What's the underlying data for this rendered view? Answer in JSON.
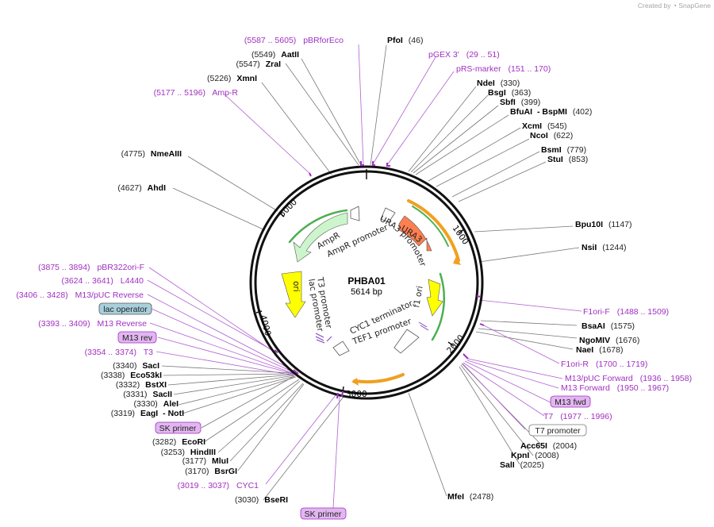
{
  "credit": {
    "created_by": "Created by",
    "brand": "SnapGene"
  },
  "plasmid": {
    "name": "PHBA01",
    "size": "5614 bp"
  },
  "ruler": [
    "1000",
    "2000",
    "3000",
    "4000",
    "5000"
  ],
  "sites": [
    {
      "name": "PfoI",
      "pos": "(46)"
    },
    {
      "name": "NdeI",
      "pos": "(330)"
    },
    {
      "name": "BsgI",
      "pos": "(363)"
    },
    {
      "name": "SbfI",
      "pos": "(399)"
    },
    {
      "name": "BfuAI",
      "name2": "- BspMI",
      "pos": "(402)"
    },
    {
      "name": "XcmI",
      "pos": "(545)"
    },
    {
      "name": "NcoI",
      "pos": "(622)"
    },
    {
      "name": "BsmI",
      "pos": "(779)"
    },
    {
      "name": "StuI",
      "pos": "(853)"
    },
    {
      "name": "Bpu10I",
      "pos": "(1147)"
    },
    {
      "name": "NsiI",
      "pos": "(1244)"
    },
    {
      "name": "BsaAI",
      "pos": "(1575)"
    },
    {
      "name": "NgoMIV",
      "pos": "(1676)"
    },
    {
      "name": "NaeI",
      "pos": "(1678)"
    },
    {
      "name": "Acc65I",
      "pos": "(2004)"
    },
    {
      "name": "KpnI",
      "pos": "(2008)"
    },
    {
      "name": "SalI",
      "pos": "(2025)"
    },
    {
      "name": "MfeI",
      "pos": "(2478)"
    },
    {
      "name": "BseRI",
      "pos": "(3030)"
    },
    {
      "name": "BsrGI",
      "pos": "(3170)"
    },
    {
      "name": "MluI",
      "pos": "(3177)"
    },
    {
      "name": "HindIII",
      "pos": "(3253)"
    },
    {
      "name": "EcoRI",
      "pos": "(3282)"
    },
    {
      "name": "EagI",
      "name2": "- NotI",
      "pos": "(3319)"
    },
    {
      "name": "AleI",
      "pos": "(3330)"
    },
    {
      "name": "SacII",
      "pos": "(3331)"
    },
    {
      "name": "BstXI",
      "pos": "(3332)"
    },
    {
      "name": "Eco53kI",
      "pos": "(3338)"
    },
    {
      "name": "SacI",
      "pos": "(3340)"
    },
    {
      "name": "AhdI",
      "pos": "(4627)"
    },
    {
      "name": "NmeAIII",
      "pos": "(4775)"
    },
    {
      "name": "XmnI",
      "pos": "(5226)"
    },
    {
      "name": "ZraI",
      "pos": "(5547)"
    },
    {
      "name": "AatII",
      "pos": "(5549)"
    }
  ],
  "primers": [
    {
      "name": "pBRforEco",
      "range": "(5587 .. 5605)"
    },
    {
      "name": "pGEX 3'",
      "range": "(29 .. 51)"
    },
    {
      "name": "pRS-marker",
      "range": "(151 .. 170)"
    },
    {
      "name": "Amp-R",
      "range": "(5177 .. 5196)"
    },
    {
      "name": "F1ori-F",
      "range": "(1488 .. 1509)"
    },
    {
      "name": "F1ori-R",
      "range": "(1700 .. 1719)"
    },
    {
      "name": "M13/pUC Forward",
      "range": "(1936 .. 1958)"
    },
    {
      "name": "M13 Forward",
      "range": "(1950 .. 1967)"
    },
    {
      "name": "T7",
      "range": "(1977 .. 1996)"
    },
    {
      "name": "pBR322ori-F",
      "range": "(3875 .. 3894)"
    },
    {
      "name": "L4440",
      "range": "(3624 .. 3641)"
    },
    {
      "name": "M13/pUC Reverse",
      "range": "(3406 .. 3428)"
    },
    {
      "name": "M13 Reverse",
      "range": "(3393 .. 3409)"
    },
    {
      "name": "T3",
      "range": "(3354 .. 3374)"
    },
    {
      "name": "CYC1",
      "range": "(3019 .. 3037)"
    }
  ],
  "boxed": {
    "m13_fwd": "M13 fwd",
    "t7_promoter": "T7 promoter",
    "lac_operator": "lac operator",
    "m13_rev": "M13 rev",
    "sk_primer_1": "SK primer",
    "sk_primer_2": "SK primer"
  },
  "features": {
    "ura3": "URA3",
    "ura3_promoter": "URA3 promoter",
    "ampr": "AmpR",
    "ampr_promoter": "AmpR promoter",
    "ori": "ori",
    "f1_ori": "f1 ori",
    "t3_promoter": "T3 promoter",
    "lac_promoter": "lac promoter",
    "cyc1_terminator": "CYC1 terminator",
    "tef1_promoter": "TEF1 promoter"
  },
  "colors": {
    "ura3": "#ff7f50",
    "ampr": "#ccf5cc",
    "ori": "#ffff00",
    "f1ori": "#ffff00",
    "primer": "#a030c0",
    "m13box": "#e2b6f0",
    "lacbox": "#a8d0dc",
    "orange_arc": "#f0a020",
    "green_arc": "#4caf50"
  }
}
